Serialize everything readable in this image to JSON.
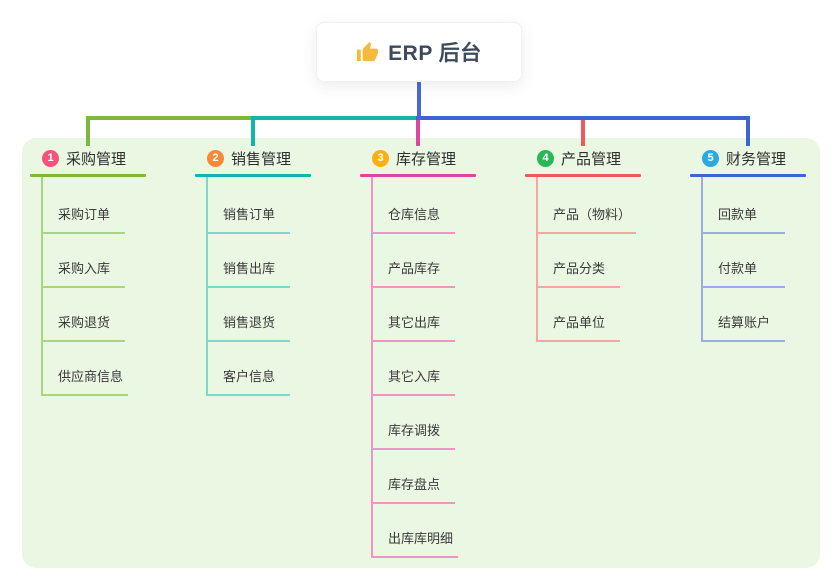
{
  "root": {
    "icon": "thumbs-up-icon",
    "title": "ERP 后台"
  },
  "branches": [
    {
      "num": "1",
      "label": "采购管理",
      "badge_color": "#f4537b",
      "line_color": "#7cb83f",
      "light_color": "#a6d77f",
      "children": [
        "采购订单",
        "采购入库",
        "采购退货",
        "供应商信息"
      ]
    },
    {
      "num": "2",
      "label": "销售管理",
      "badge_color": "#f7893b",
      "line_color": "#13b5ab",
      "light_color": "#7fd6cd",
      "children": [
        "销售订单",
        "销售出库",
        "销售退货",
        "客户信息"
      ]
    },
    {
      "num": "3",
      "label": "库存管理",
      "badge_color": "#ffb011",
      "line_color": "#d9479f",
      "light_color": "#ef95c5",
      "children": [
        "仓库信息",
        "产品库存",
        "其它出库",
        "其它入库",
        "库存调拨",
        "库存盘点",
        "出库库明细"
      ]
    },
    {
      "num": "4",
      "label": "产品管理",
      "badge_color": "#2bb756",
      "line_color": "#f25858",
      "light_color": "#f8a6a2",
      "children": [
        "产品（物料）",
        "产品分类",
        "产品单位"
      ]
    },
    {
      "num": "5",
      "label": "财务管理",
      "badge_color": "#2ba9e0",
      "line_color": "#3e63d3",
      "light_color": "#9cabe3",
      "children": [
        "回款单",
        "付款单",
        "结算账户"
      ]
    }
  ],
  "colors": {
    "panel_bg": "#e9f7e3",
    "stem": "#4a67d6",
    "node_bg": "#ffffff",
    "root_text": "#3c4a5c",
    "branch_text": "#2f2f2f",
    "child_text": "#3a3a3a"
  }
}
